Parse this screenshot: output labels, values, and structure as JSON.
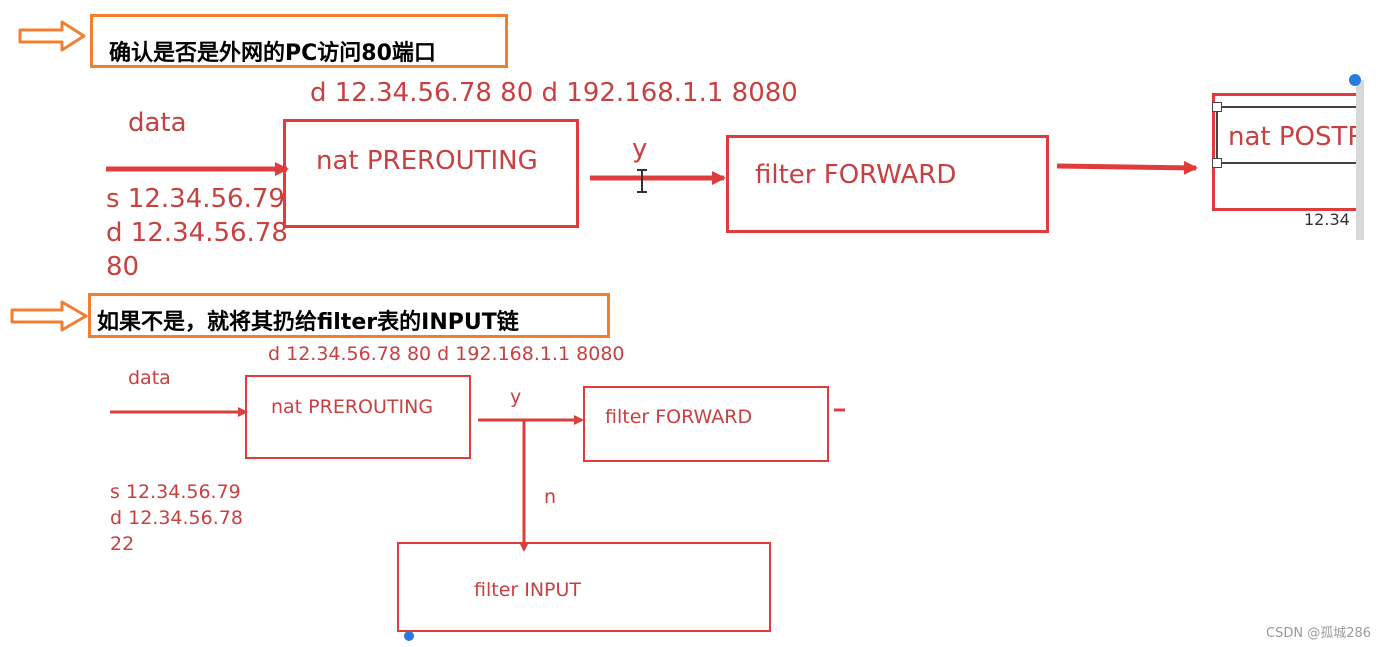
{
  "sections": {
    "top": {
      "heading": "确认是否是外网的PC访问80端口",
      "dest_info": "d 12.34.56.78  80  d 192.168.1.1 8080",
      "data_label": "data",
      "src_lines": [
        "s 12.34.56.79",
        "d 12.34.56.78",
        "80"
      ],
      "yes_label": "y",
      "box_prerouting": "nat PREROUTING",
      "box_forward": "filter FORWARD",
      "box_postrouting": "nat POSTR",
      "clip_text": "12.34"
    },
    "bottom": {
      "heading": "如果不是，就将其扔给filter表的INPUT链",
      "dest_info": "d 12.34.56.78  80  d 192.168.1.1 8080",
      "data_label": "data",
      "src_lines": [
        "s 12.34.56.79",
        "d 12.34.56.78",
        "22"
      ],
      "yes_label": "y",
      "no_label": "n",
      "box_prerouting": "nat PREROUTING",
      "box_forward": "filter FORWARD",
      "box_input": "filter INPUT"
    }
  },
  "watermark": "CSDN @孤城286",
  "colors": {
    "accent_orange": "#f08030",
    "line_red": "#e03c3c",
    "text_red": "#c84040"
  }
}
